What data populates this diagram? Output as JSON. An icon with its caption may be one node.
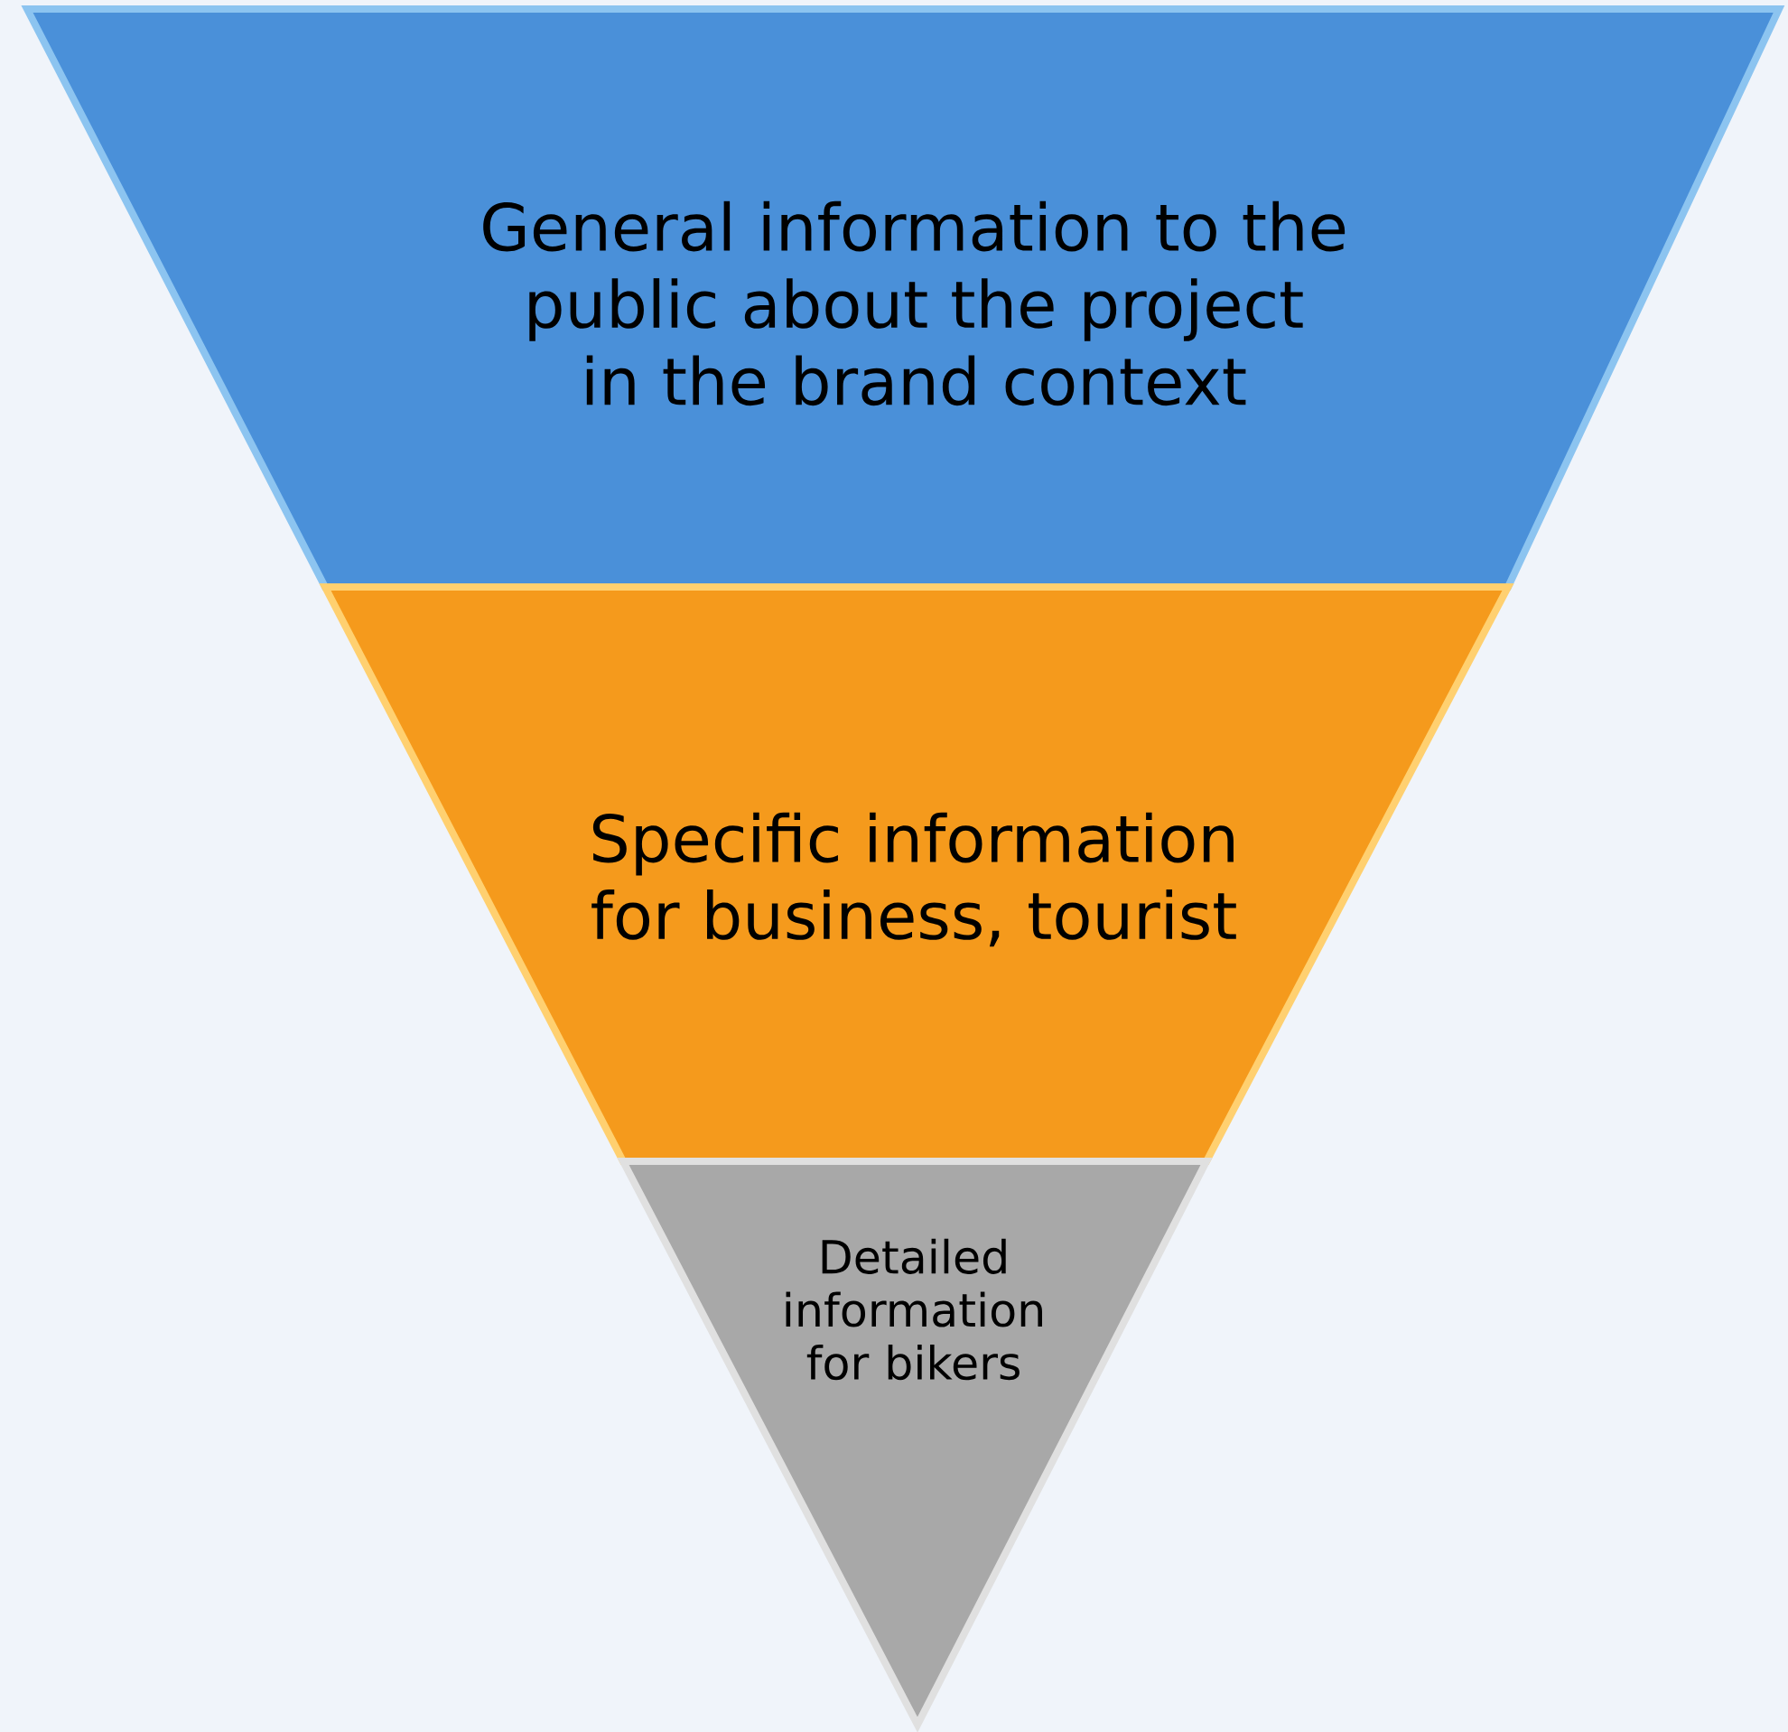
{
  "diagram": {
    "nodes": [
      {
        "text": [
          "General information to the public about the project in the brand context"
        ]
      },
      {
        "text": [
          "Specific information for business, tourist"
        ]
      },
      {
        "text": [
          "Detailed information for bikers"
        ]
      }
    ]
  }
}
